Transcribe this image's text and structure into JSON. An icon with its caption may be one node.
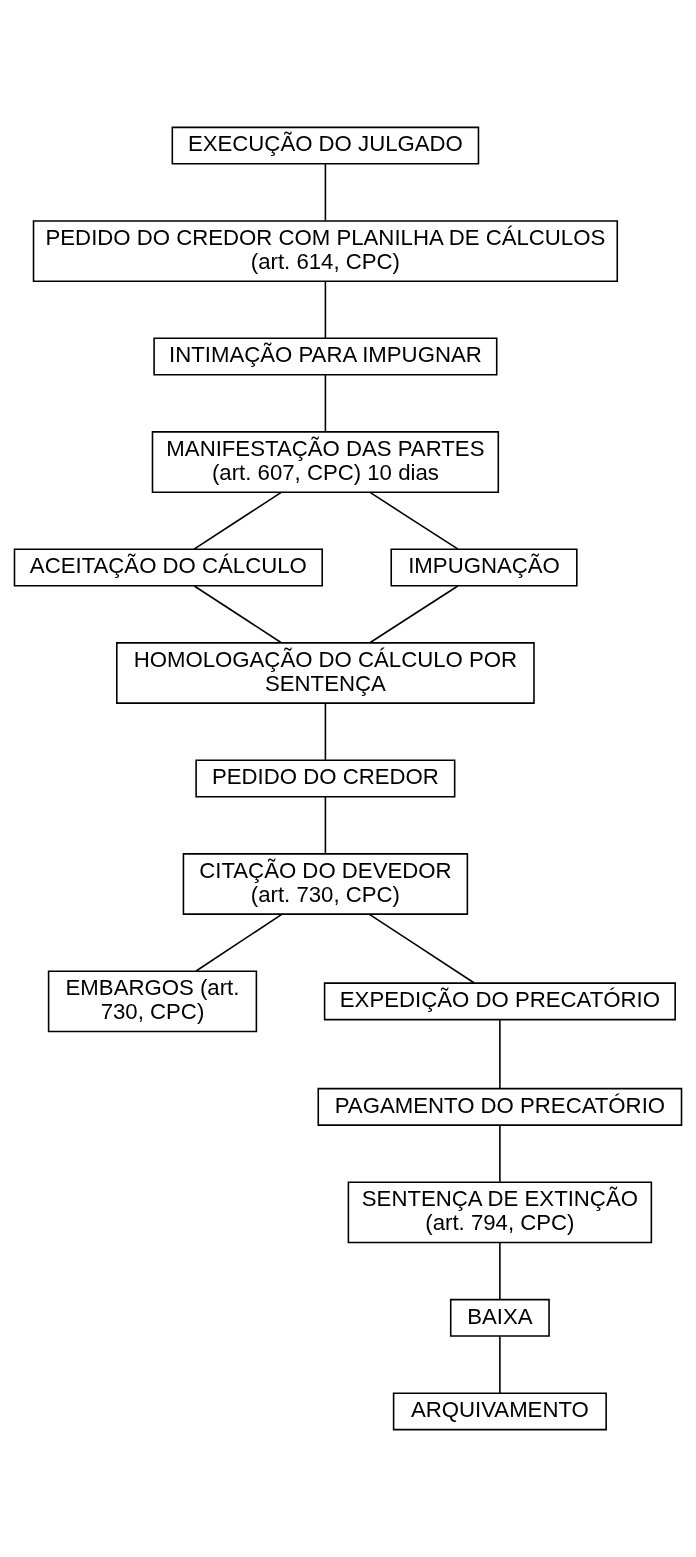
{
  "diagram": {
    "nodes": [
      {
        "text": [
          "EXECUÇÃO DO JULGADO"
        ]
      },
      {
        "text": [
          "PEDIDO DO CREDOR COM PLANILHA DE CÁLCULOS (art. 614, CPC)"
        ]
      },
      {
        "text": [
          "INTIMAÇÃO PARA IMPUGNAR"
        ]
      },
      {
        "text": [
          "MANIFESTAÇÃO DAS PARTES (art. 607, CPC) 10 dias"
        ]
      },
      {
        "text": [
          "ACEITAÇÃO DO CÁLCULO"
        ]
      },
      {
        "text": [
          "IMPUGNAÇÃO"
        ]
      },
      {
        "text": [
          "HOMOLOGAÇÃO DO CÁLCULO POR SENTENÇA"
        ]
      },
      {
        "text": [
          "PEDIDO DO CREDOR"
        ]
      },
      {
        "text": [
          "CITAÇÃO DO DEVEDOR (art. 730, CPC)"
        ]
      },
      {
        "text": [
          "EMBARGOS (art. 730, CPC)"
        ]
      },
      {
        "text": [
          "EXPEDIÇÃO DO PRECATÓRIO"
        ]
      },
      {
        "text": [
          "PAGAMENTO DO PRECATÓRIO"
        ]
      },
      {
        "text": [
          "SENTENÇA DE EXTINÇÃO (art. 794, CPC)"
        ]
      },
      {
        "text": [
          "BAIXA"
        ]
      },
      {
        "text": [
          "ARQUIVAMENTO"
        ]
      }
    ],
    "edges": [
      {
        "from": 0,
        "to": 1,
        "arrow": "none"
      },
      {
        "from": 1,
        "to": 2,
        "arrow": "none"
      },
      {
        "from": 2,
        "to": 3,
        "arrow": "none"
      },
      {
        "from": 3,
        "to": 4,
        "arrow": "none"
      },
      {
        "from": 3,
        "to": 5,
        "arrow": "none"
      },
      {
        "from": 4,
        "to": 6,
        "arrow": "none"
      },
      {
        "from": 5,
        "to": 6,
        "arrow": "none"
      },
      {
        "from": 6,
        "to": 7,
        "arrow": "none"
      },
      {
        "from": 7,
        "to": 8,
        "arrow": "none"
      },
      {
        "from": 8,
        "to": 9,
        "arrow": "none"
      },
      {
        "from": 8,
        "to": 10,
        "arrow": "none"
      },
      {
        "from": 10,
        "to": 11,
        "arrow": "none"
      },
      {
        "from": 11,
        "to": 12,
        "arrow": "none"
      },
      {
        "from": 12,
        "to": 13,
        "arrow": "none"
      },
      {
        "from": 13,
        "to": 14,
        "arrow": "none"
      }
    ]
  }
}
